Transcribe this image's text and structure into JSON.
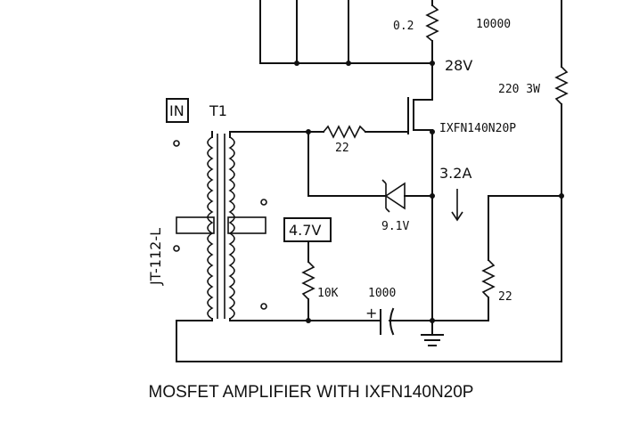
{
  "title": "MOSFET AMPLIFIER WITH IXFN140N20P",
  "transformer": {
    "name": "T1",
    "model": "JT-112-L"
  },
  "input_label": "IN",
  "bias_label": "4.7V",
  "labels": {
    "r_sense": "0.2",
    "c_top": "10000",
    "supply": "28V",
    "r_load": "220 3W",
    "mosfet": "IXFN140N20P",
    "r_gate": "22",
    "current": "3.2A",
    "zener": "9.1V",
    "r_bias": "10K",
    "c_couple": "1000",
    "c_plus": "+",
    "r_out": "22"
  }
}
